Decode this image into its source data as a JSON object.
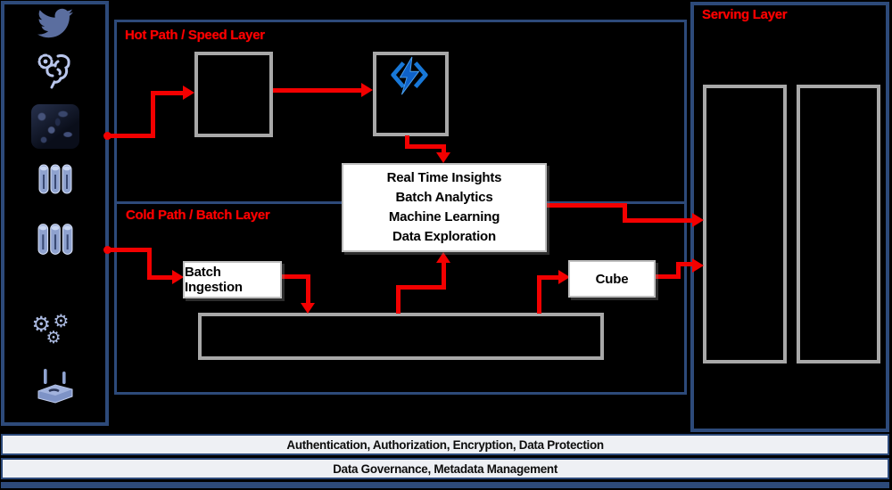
{
  "diagram": {
    "hot_path": {
      "title": "Hot Path / Speed Layer"
    },
    "cold_path": {
      "title": "Cold Path / Batch Layer"
    },
    "serving_layer": {
      "title": "Serving Layer"
    },
    "insights_box": {
      "lines": [
        "Real Time Insights",
        "Batch Analytics",
        "Machine Learning",
        "Data Exploration"
      ]
    },
    "batch_ingestion_label": "Batch Ingestion",
    "cube_label": "Cube",
    "security_bar": "Authentication, Authorization, Encryption, Data Protection",
    "governance_bar": "Data Governance, Metadata Management",
    "source_icons": [
      "twitter-icon",
      "ai-brain-icon",
      "machinery-image",
      "database-icon",
      "database-icon",
      "gears-icon",
      "iot-device-icon"
    ],
    "colors": {
      "border_blue": "#2d4a7a",
      "arrow_red": "#f30000",
      "box_border_gray": "#a8a8a8",
      "title_red": "#ff0000",
      "bar_background": "#eef0f4",
      "icon_periwinkle": "#aab9e0",
      "bird_blue": "#5b6e9f",
      "stream_icon_blue": "#1878d8",
      "background": "#000000"
    }
  }
}
